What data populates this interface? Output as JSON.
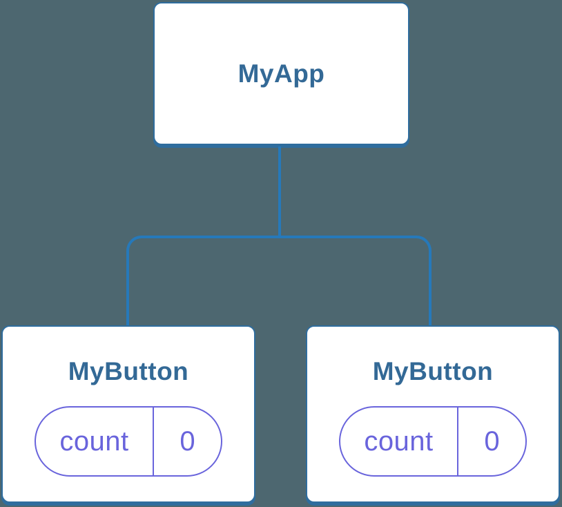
{
  "colors": {
    "bg": "#4d6770",
    "node_bg": "#ffffff",
    "node_border": "#2f6d9e",
    "line": "#2679ba",
    "title": "#336996",
    "purple": "#6964dc"
  },
  "tree": {
    "root": {
      "label": "MyApp"
    },
    "children": [
      {
        "label": "MyButton",
        "state": {
          "name": "count",
          "value": "0"
        }
      },
      {
        "label": "MyButton",
        "state": {
          "name": "count",
          "value": "0"
        }
      }
    ]
  }
}
